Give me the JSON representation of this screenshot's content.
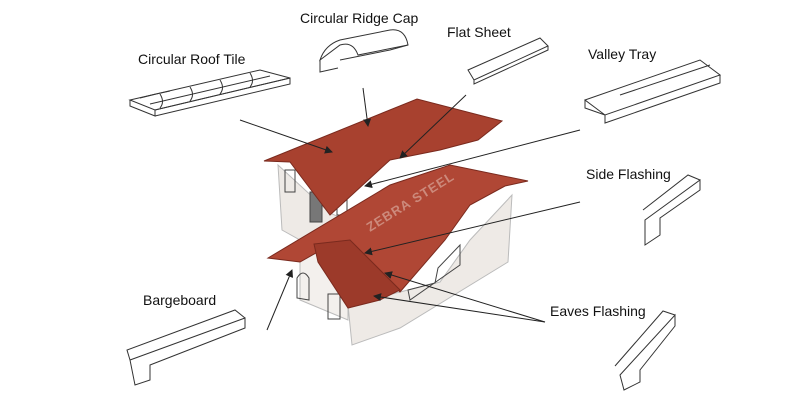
{
  "labels": {
    "ridge_cap": "Circular Ridge Cap",
    "flat_sheet": "Flat Sheet",
    "roof_tile": "Circular Roof Tile",
    "valley_tray": "Valley Tray",
    "side_flashing": "Side Flashing",
    "bargeboard": "Bargeboard",
    "eaves_flashing": "Eaves Flashing"
  },
  "watermark": "ZEBRA STEEL",
  "colors": {
    "roof": "#a8412f",
    "wall": "#eeeae6",
    "line": "#222222"
  }
}
